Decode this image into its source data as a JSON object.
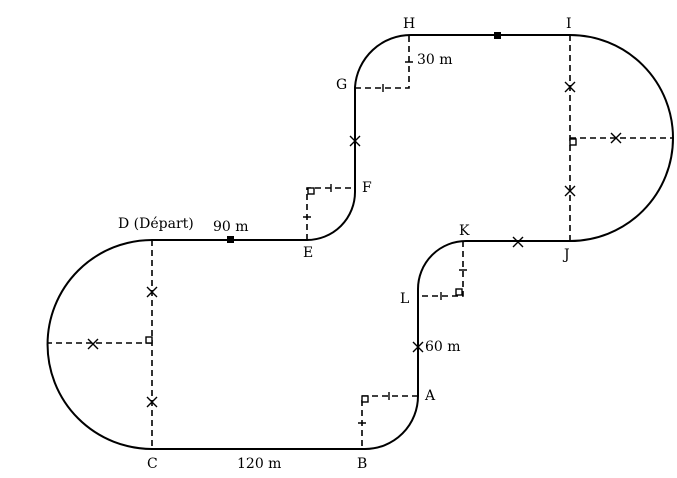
{
  "points": {
    "A": "A",
    "B": "B",
    "C": "C",
    "D": "D (Départ)",
    "E": "E",
    "F": "F",
    "G": "G",
    "H": "H",
    "I": "I",
    "J": "J",
    "K": "K",
    "L": "L"
  },
  "measures": {
    "DE": "90 m",
    "CB": "120 m",
    "LA": "60 m",
    "GH": "30 m"
  }
}
